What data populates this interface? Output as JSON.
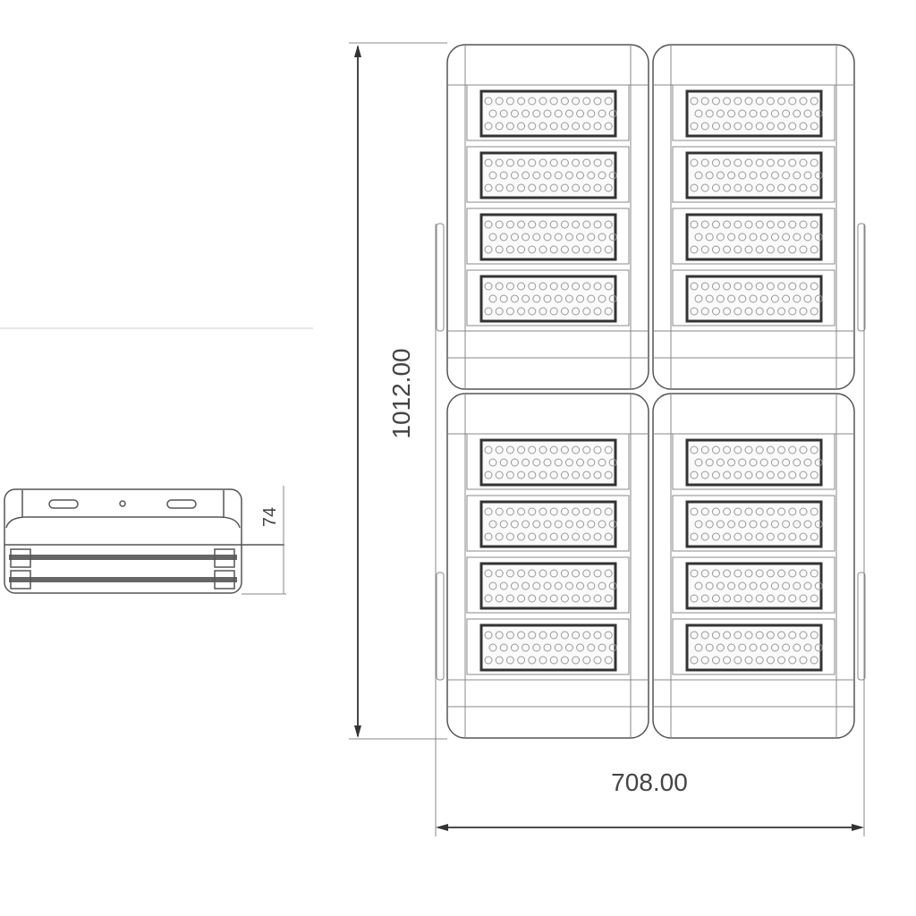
{
  "dimensions": {
    "height_label": "1012.00",
    "width_label": "708.00",
    "depth_label": "74"
  },
  "layout": {
    "module_rows": 2,
    "module_cols": 2,
    "led_panels_per_module": 4
  }
}
